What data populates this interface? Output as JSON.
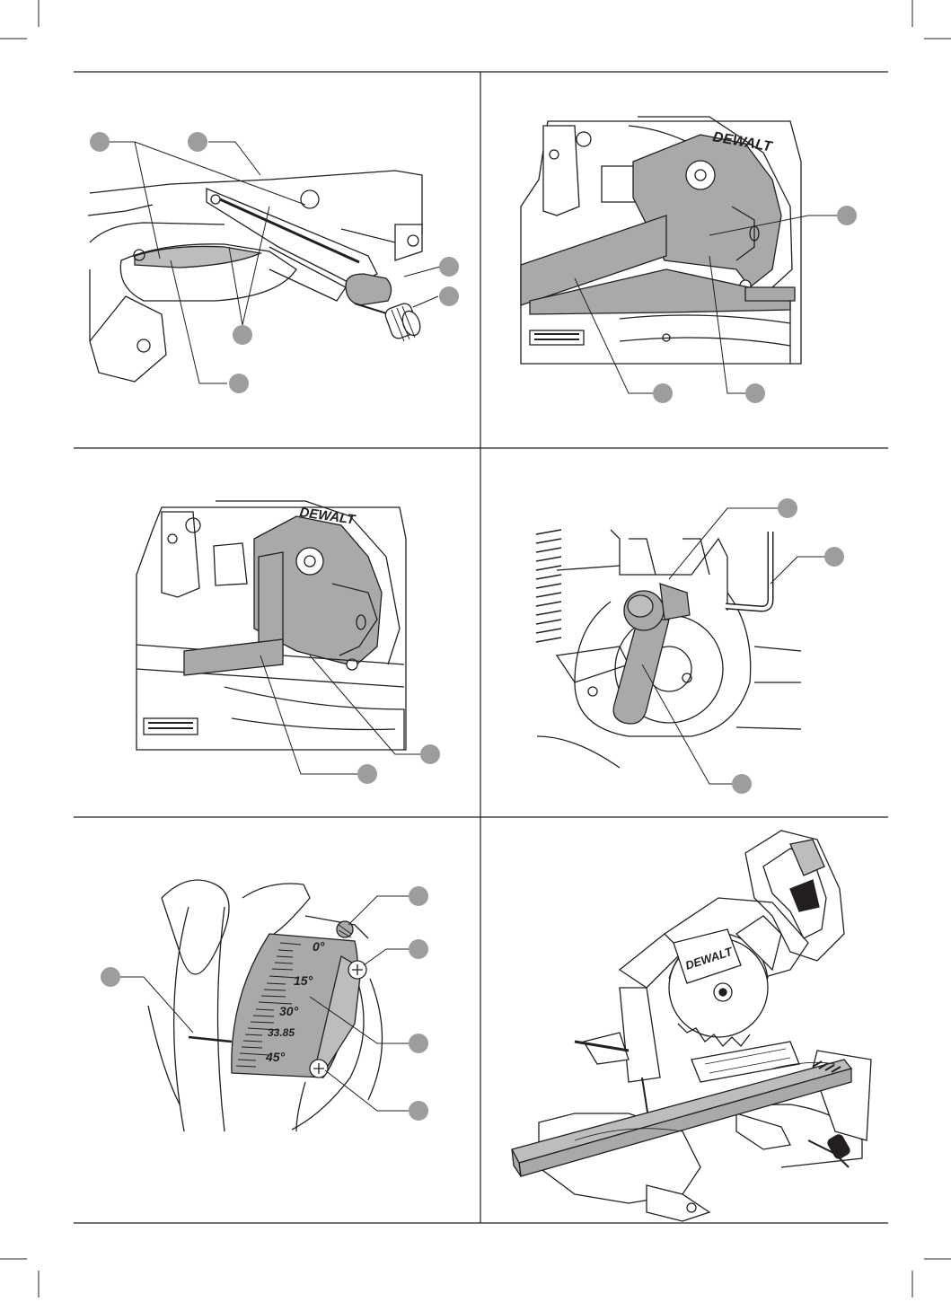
{
  "colors": {
    "ink": "#231f20",
    "callout": "#9d9d9d",
    "shade": "#a9a9a9",
    "paper": "#ffffff"
  },
  "panels": [
    {
      "id": "top-left",
      "depicts": "mitre-detent-override"
    },
    {
      "id": "top-right",
      "depicts": "blade-square-to-fence"
    },
    {
      "id": "middle-left",
      "depicts": "blade-square-to-table"
    },
    {
      "id": "middle-right",
      "depicts": "bevel-lock-lever"
    },
    {
      "id": "bottom-left",
      "depicts": "bevel-scale"
    },
    {
      "id": "bottom-right",
      "depicts": "saw-with-workpiece"
    }
  ],
  "logo_text": "DEWALT",
  "bevel_scale": {
    "labels": [
      "0°",
      "15°",
      "30°",
      "33.85",
      "45°"
    ]
  }
}
